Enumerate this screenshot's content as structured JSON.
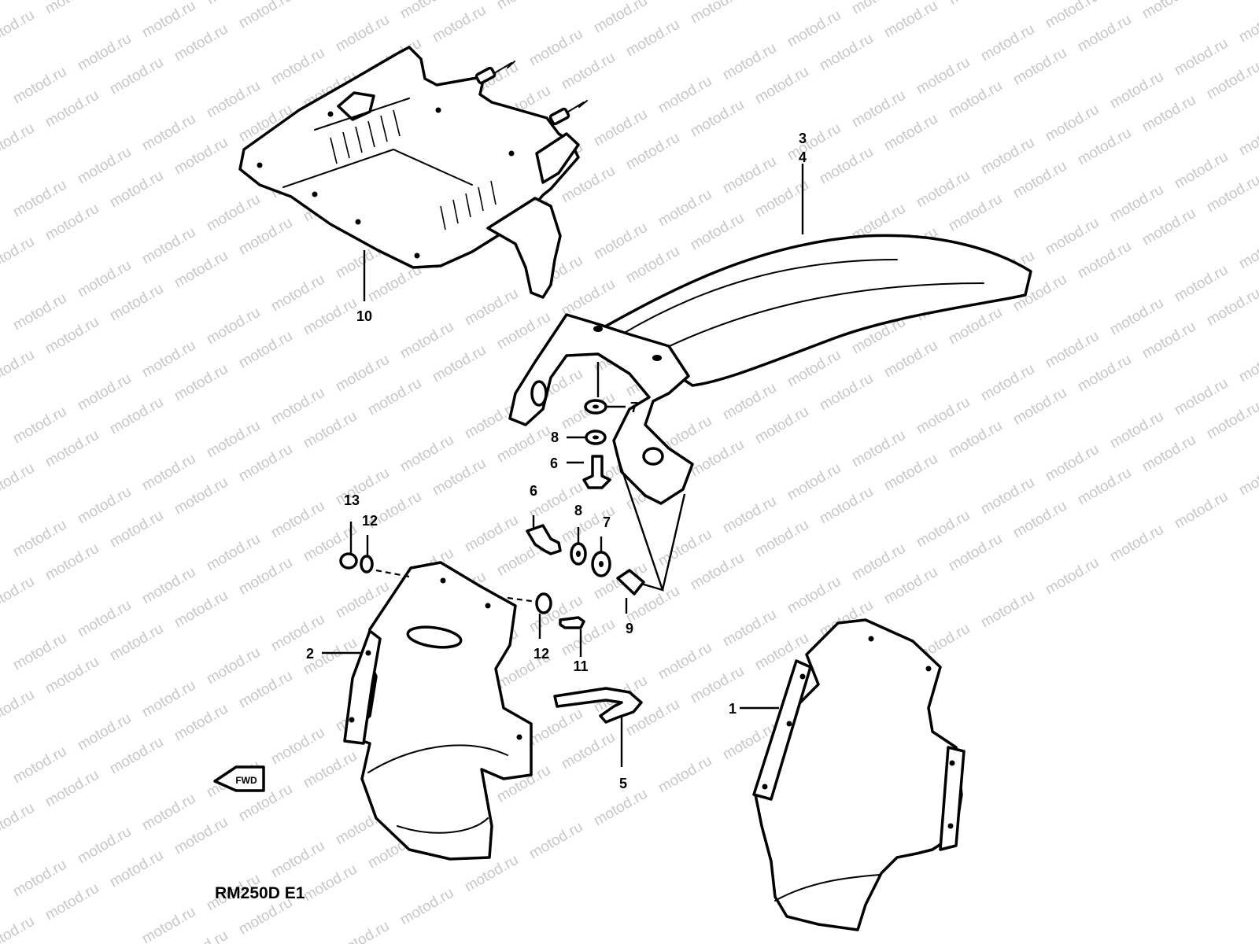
{
  "watermark": {
    "text": "motod.ru",
    "color": "#c7c7c7"
  },
  "model_label": "RM250D E1",
  "fwd_badge": "FWD",
  "callouts": {
    "c1": "1",
    "c2": "2",
    "c3": "3",
    "c4": "4",
    "c5": "5",
    "c6a": "6",
    "c6b": "6",
    "c7a": "7",
    "c7b": "7",
    "c8a": "8",
    "c8b": "8",
    "c9": "9",
    "c10": "10",
    "c11": "11",
    "c12a": "12",
    "c12b": "12",
    "c13": "13"
  }
}
